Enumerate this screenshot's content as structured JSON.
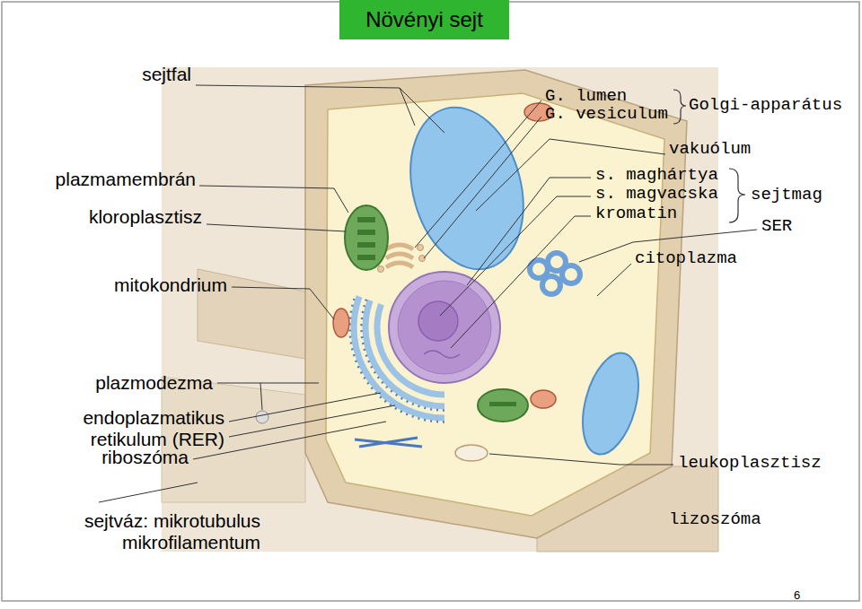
{
  "diagram": {
    "title": "Növényi sejt",
    "labels": [
      "sejtfal",
      "plazmamembrán",
      "kloroplasztisz",
      "mitokondrium",
      "plazmodezma",
      "endoplazmatikus retikulum (RER)",
      "riboszóma",
      "sejtváz: mikrotubulus mikrofilamentum",
      "G. lumen",
      "G. vesiculum",
      "Golgi-apparátus",
      "vakuólum",
      "s. maghártya",
      "s. magvacska",
      "sejtmag",
      "kromatin",
      "SER",
      "citoplazma",
      "leukoplasztisz",
      "lizoszóma",
      "6"
    ]
  }
}
